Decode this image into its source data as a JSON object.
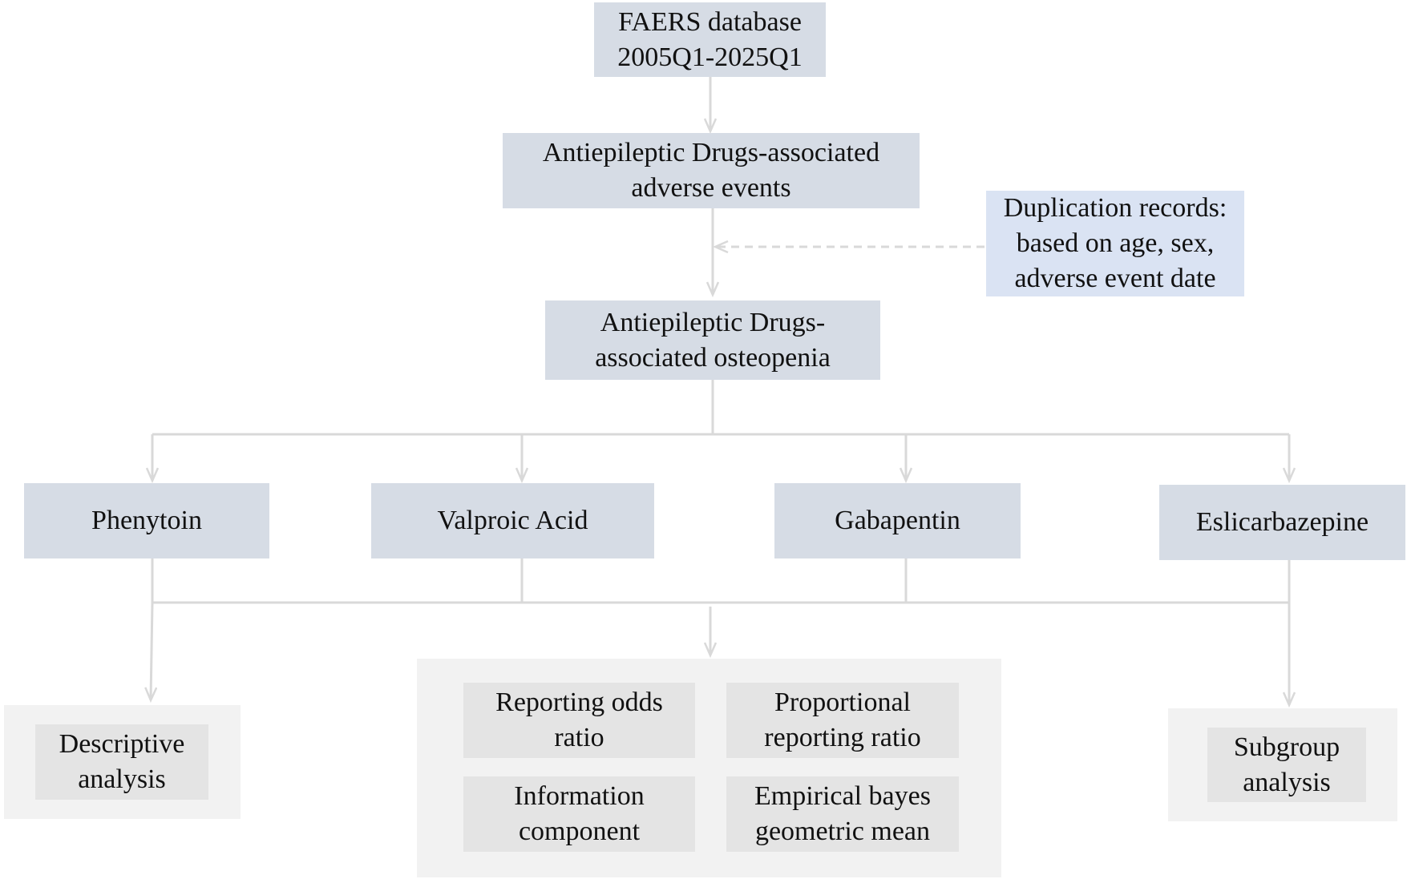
{
  "source": {
    "line1": "FAERS database",
    "line2": "2005Q1-2025Q1"
  },
  "ae_events": {
    "line1": "Antiepileptic Drugs-associated",
    "line2": "adverse events"
  },
  "dedup_note": {
    "line1": "Duplication records:",
    "line2": "based on age, sex,",
    "line3": "adverse event date"
  },
  "osteopenia": {
    "line1": "Antiepileptic Drugs-",
    "line2": "associated osteopenia"
  },
  "drugs": {
    "phenytoin": "Phenytoin",
    "valproic_acid": "Valproic Acid",
    "gabapentin": "Gabapentin",
    "eslicarbazepine": "Eslicarbazepine"
  },
  "descriptive": {
    "line1": "Descriptive",
    "line2": "analysis"
  },
  "methods": {
    "ror": {
      "line1": "Reporting odds",
      "line2": "ratio"
    },
    "prr": {
      "line1": "Proportional",
      "line2": "reporting ratio"
    },
    "ic": {
      "line1": "Information",
      "line2": "component"
    },
    "ebgm": {
      "line1": "Empirical bayes",
      "line2": "geometric mean"
    }
  },
  "subgroup": {
    "line1": "Subgroup",
    "line2": "analysis"
  }
}
